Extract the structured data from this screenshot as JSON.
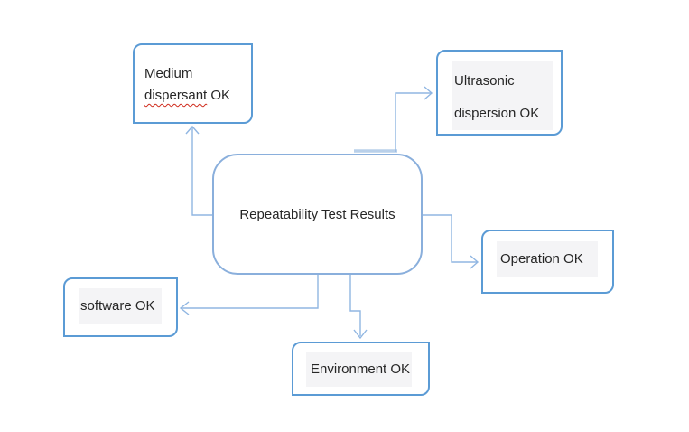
{
  "diagram": {
    "center": {
      "label": "Repeatability Test Results"
    },
    "medium": {
      "line1": "Medium",
      "misspelled_word": "dispersant",
      "rest": " OK"
    },
    "ultrasonic": {
      "line1": "Ultrasonic",
      "line2": "dispersion OK"
    },
    "operation": {
      "label": "Operation OK"
    },
    "software": {
      "label": "software OK"
    },
    "environment": {
      "label": "Environment OK"
    },
    "colors": {
      "box_border": "#5b9bd5",
      "center_box_border": "#8aafdc",
      "connector": "#90b6e2",
      "connector_overlap": "#b9d0ea",
      "text_highlight_bg": "#f4f4f6",
      "spellcheck_underline": "#cf2a1b",
      "text": "#262626",
      "background": "#ffffff"
    }
  }
}
